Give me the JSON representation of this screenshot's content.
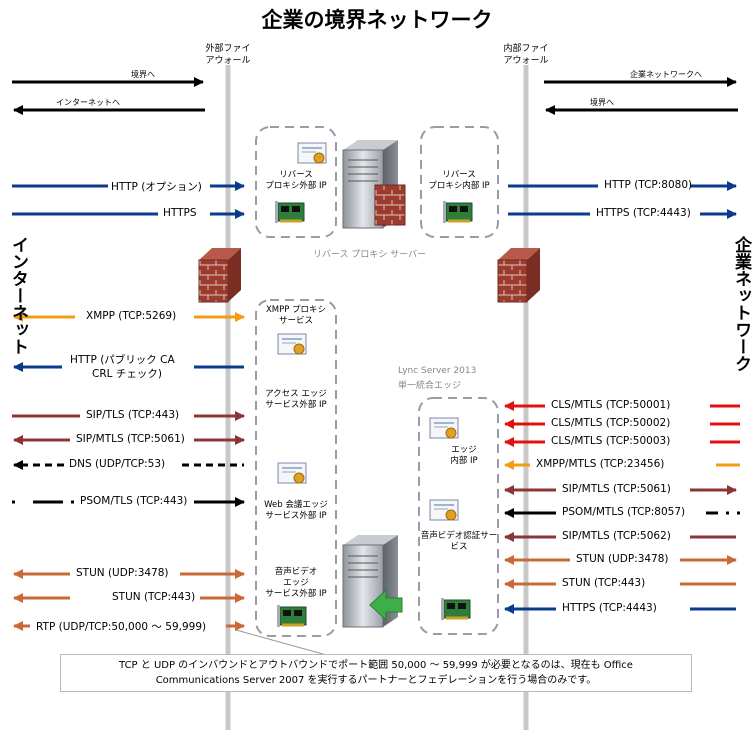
{
  "title": "企業の境界ネットワーク",
  "left_side_label": "インターネット",
  "right_side_label": "企業ネットワーク",
  "external_firewall": {
    "line1": "外部ファイ",
    "line2": "アウォール"
  },
  "internal_firewall": {
    "line1": "内部ファイ",
    "line2": "アウォール"
  },
  "top_arrows": {
    "to_perimeter_left": "境界へ",
    "to_internet": "インターネットへ",
    "to_corporate": "企業ネットワークへ",
    "to_perimeter_right": "境界へ"
  },
  "reverse_proxy": {
    "caption": "リバース プロキシ サーバー",
    "external_ip": {
      "line1": "リバース",
      "line2": "プロキシ外部 IP"
    },
    "internal_ip": {
      "line1": "リバース",
      "line2": "プロキシ内部 IP"
    }
  },
  "left_flows": {
    "http_option": "HTTP (オプション)",
    "https": "HTTPS",
    "xmpp": "XMPP (TCP:5269)",
    "http_crl_1": "HTTP (パブリック CA",
    "http_crl_2": "CRL チェック)",
    "sip_tls": "SIP/TLS (TCP:443)",
    "sip_mtls": "SIP/MTLS (TCP:5061)",
    "dns": "DNS (UDP/TCP:53)",
    "psom_tls": "PSOM/TLS (TCP:443)",
    "stun_udp": "STUN (UDP:3478)",
    "stun_tcp": "STUN (TCP:443)",
    "rtp": "RTP (UDP/TCP:50,000 ～ 59,999)"
  },
  "right_flows": {
    "http_8080": "HTTP (TCP:8080)",
    "https_4443_top": "HTTPS (TCP:4443)",
    "cls_50001": "CLS/MTLS (TCP:50001)",
    "cls_50002": "CLS/MTLS (TCP:50002)",
    "cls_50003": "CLS/MTLS (TCP:50003)",
    "xmpp_mtls": "XMPP/MTLS (TCP:23456)",
    "sip_mtls_5061": "SIP/MTLS (TCP:5061)",
    "psom_mtls": "PSOM/MTLS (TCP:8057)",
    "sip_mtls_5062": "SIP/MTLS (TCP:5062)",
    "stun_udp": "STUN (UDP:3478)",
    "stun_tcp": "STUN (TCP:443)",
    "https_4443_bottom": "HTTPS (TCP:4443)"
  },
  "edge": {
    "server_line1": "Lync Server 2013",
    "server_line2": "単一統合エッジ",
    "xmpp_proxy": {
      "line1": "XMPP プロキシ",
      "line2": "サービス"
    },
    "access_edge": {
      "line1": "アクセス エッジ",
      "line2": "サービス外部 IP"
    },
    "web_conf": {
      "line1": "Web 会議エッジ",
      "line2": "サービス外部 IP"
    },
    "av_edge": {
      "line1": "音声ビデオ",
      "line2": "エッジ",
      "line3": "サービス外部 IP"
    },
    "edge_internal": {
      "line1": "エッジ",
      "line2": "内部 IP"
    },
    "av_auth": {
      "line1": "音声ビデオ認証サー",
      "line2": "ビス"
    }
  },
  "note": {
    "line1": "TCP と UDP のインバウンドとアウトバウンドでポート範囲 50,000 ～ 59,999 が必要となるのは、現在も Office",
    "line2": "Communications Server 2007 を実行するパートナーとフェデレーションを行う場合のみです。"
  },
  "colors": {
    "blue": "#0a3a8c",
    "orange": "#f39c12",
    "maroon": "#8b3535",
    "red": "#e31010",
    "copper": "#c8693a",
    "firewall_line": "#c8c8c8",
    "dashed_box": "#9a9aa8"
  }
}
